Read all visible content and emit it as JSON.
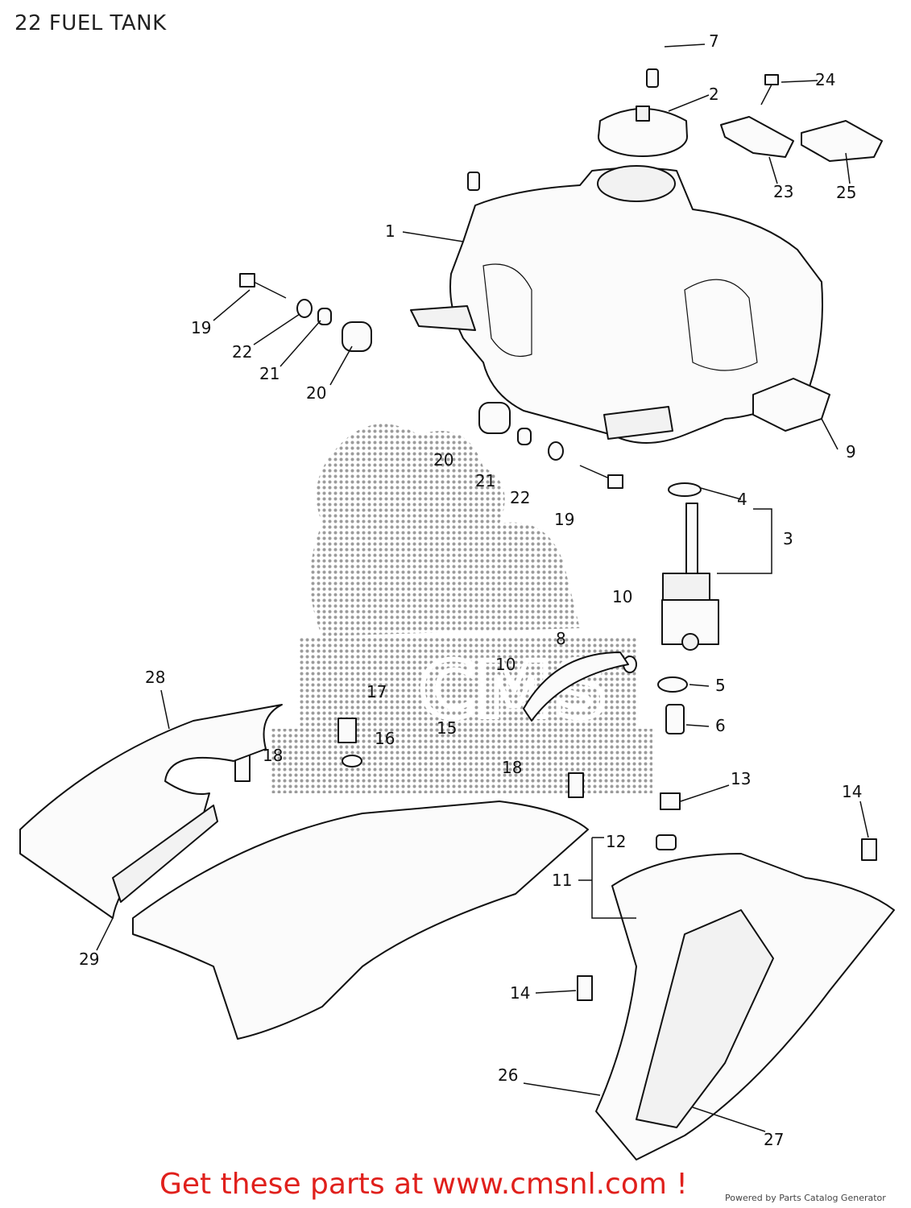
{
  "header": {
    "title": "22 FUEL TANK"
  },
  "watermark": {
    "text": "CMS"
  },
  "callouts": [
    "1",
    "2",
    "3",
    "4",
    "5",
    "6",
    "7",
    "9",
    "10",
    "12",
    "11",
    "13",
    "14",
    "14",
    "15",
    "16",
    "17",
    "18",
    "18",
    "19",
    "19",
    "20",
    "20",
    "21",
    "21",
    "22",
    "22",
    "23",
    "24",
    "25",
    "26",
    "27",
    "28",
    "29",
    "8",
    "10"
  ],
  "footer": {
    "cta_text": "Get these parts at www.cmsnl.com !",
    "powered_by": "Powered by Parts Catalog Generator"
  },
  "colors": {
    "cta": "#e0201c",
    "watermark": "#888888",
    "line": "#111111"
  }
}
